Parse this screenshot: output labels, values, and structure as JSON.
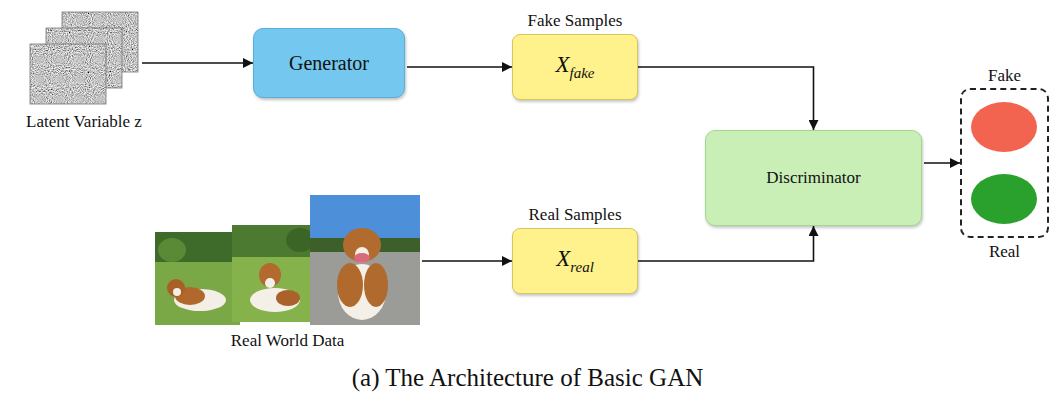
{
  "diagram": {
    "caption": "(a) The Architecture of Basic GAN",
    "nodes": [
      {
        "text": [
          "Latent Variable z"
        ]
      },
      {
        "text": [
          "Generator"
        ]
      },
      {
        "text": [
          "Fake Samples",
          "Xfake"
        ]
      },
      {
        "text": [
          "Real World Data"
        ]
      },
      {
        "text": [
          "Real Samples",
          "Xreal"
        ]
      },
      {
        "text": [
          "Discriminator"
        ]
      },
      {
        "text": [
          "Fake",
          "Real"
        ]
      }
    ],
    "edges": [
      {
        "from": 0,
        "to": 1,
        "arrow": "to"
      },
      {
        "from": 1,
        "to": 2,
        "arrow": "to"
      },
      {
        "from": 2,
        "to": 5,
        "arrow": "to"
      },
      {
        "from": 3,
        "to": 4,
        "arrow": "to"
      },
      {
        "from": 4,
        "to": 5,
        "arrow": "to"
      },
      {
        "from": 5,
        "to": 6,
        "arrow": "to"
      }
    ]
  }
}
